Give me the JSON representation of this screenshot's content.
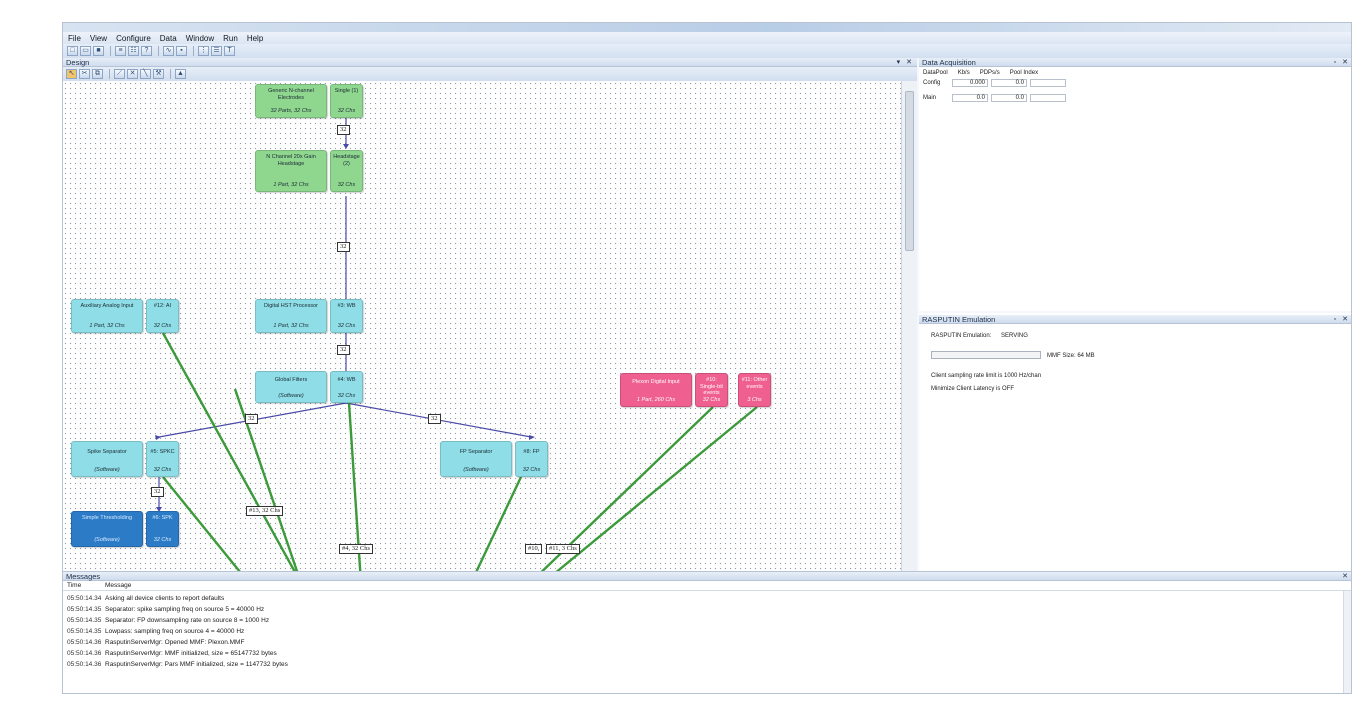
{
  "menu": [
    "File",
    "View",
    "Configure",
    "Data",
    "Window",
    "Run",
    "Help"
  ],
  "design": {
    "title": "Design",
    "nodes": {
      "electrodes_name": "Generic N-channel Electrodes",
      "electrodes_info": "32 Parts, 32 Chs",
      "single_name": "Single (1)",
      "single_info": "32 Chs",
      "headstage_name": "N Channel 20x Gain Headstage",
      "headstage_info": "1 Part, 32 Chs",
      "headstage_out_name": "Headstage (2)",
      "headstage_out_info": "32 Chs",
      "aux_name": "Auxiliary Analog Input",
      "aux_info": "1 Part, 32 Chs",
      "ai_name": "#12: AI",
      "ai_info": "32 Chs",
      "dhp_name": "Digital HST Processor",
      "dhp_info": "1 Part, 32 Chs",
      "wb3_name": "#3: WB",
      "wb3_info": "32 Chs",
      "filters_name": "Global Filters",
      "filters_info": "(Software)",
      "wb4_name": "#4: WB",
      "wb4_info": "32 Chs",
      "plexon_name": "Plexon Digital Input",
      "plexon_info": "1 Part, 260 Chs",
      "events_name": "#10: Single-bit events",
      "events_info": "32 Chs",
      "other_name": "#11: Other events",
      "other_info": "3 Chs",
      "spike_name": "Spike Separator",
      "spike_info": "(Software)",
      "spkc_name": "#5: SPKC",
      "spkc_info": "32 Chs",
      "fp_sep_name": "FP Separator",
      "fp_sep_info": "(Software)",
      "fp_name": "#8: FP",
      "fp_info": "32 Chs",
      "thresh_name": "Simple Thresholding",
      "thresh_info": "(Software)",
      "spk_name": "#6: SPK",
      "spk_info": "32 Chs"
    },
    "labels": {
      "l1": "32",
      "l2": "32",
      "l3": "32",
      "l4": "32",
      "l5": "32",
      "l6": "32",
      "c13": "#13, 32 Chs",
      "c4": "#4, 32 Chs",
      "c10": "#10,",
      "c11": "#11, 3 Chs"
    }
  },
  "data_acquisition": {
    "title": "Data Acquisition",
    "headers": [
      "DataPool",
      "Kb/s",
      "PDPs/s",
      "Pool Index"
    ],
    "rows": [
      {
        "name": "Config",
        "kb": "0.000",
        "pdp": "0.0",
        "idx": ""
      },
      {
        "name": "Main",
        "kb": "0.0",
        "pdp": "0.0",
        "idx": ""
      }
    ]
  },
  "rasputin": {
    "title": "RASPUTIN Emulation",
    "status_label": "RASPUTIN Emulation:",
    "status_value": "SERVING",
    "mmf_size": "MMF Size: 64 MB",
    "rate_limit": "Client sampling rate limit is 1000 Hz/chan",
    "latency": "Minimize Client Latency is OFF"
  },
  "messages": {
    "title": "Messages",
    "col_time": "Time",
    "col_message": "Message",
    "rows": [
      {
        "time": "05:50:14.34",
        "msg": "Asking all device clients to report defaults"
      },
      {
        "time": "05:50:14.35",
        "msg": "Separator: spike sampling freq on source 5 = 40000 Hz"
      },
      {
        "time": "05:50:14.35",
        "msg": "Separator: FP downsampling rate on source 8 = 1000 Hz"
      },
      {
        "time": "05:50:14.35",
        "msg": "Lowpass: sampling freq on source 4 = 40000 Hz"
      },
      {
        "time": "05:50:14.36",
        "msg": "RasputinServerMgr: Opened MMF: Plexon.MMF"
      },
      {
        "time": "05:50:14.36",
        "msg": "RasputinServerMgr: MMF initialized, size = 65147732 bytes"
      },
      {
        "time": "05:50:14.36",
        "msg": "RasputinServerMgr: Pars MMF initialized, size = 1147732 bytes"
      }
    ]
  },
  "colors": {
    "green_node": "#8fd68f",
    "cyan_node": "#8fdde6",
    "pink_node": "#ef5f8f",
    "blue_node": "#2c7bc7",
    "data_line": "#3c9a3a",
    "link_line": "#4a4aa8"
  }
}
